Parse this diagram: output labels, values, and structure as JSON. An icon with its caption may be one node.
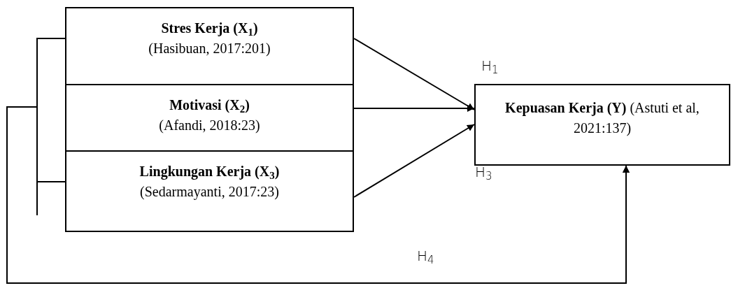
{
  "diagram": {
    "nodes": [
      {
        "text": [
          "Stres Kerja (X$_{1}$)",
          "(Hasibuan, 2017:201)"
        ]
      },
      {
        "text": [
          "Motivasi (X$_{2}$)",
          "(Afandi, 2018:23)"
        ]
      },
      {
        "text": [
          "Lingkungan Kerja (X$_{3}$)",
          "(Sedarmayanti, 2017:23)"
        ]
      },
      {
        "text": [
          "**Kepuasan Kerja (Y)** (Astuti et al, 2021:137)"
        ]
      }
    ],
    "edges": [
      {
        "from": 0,
        "to": 3,
        "arrow": "to"
      },
      {
        "from": 1,
        "to": 3,
        "arrow": "to"
      },
      {
        "from": 2,
        "to": 3,
        "arrow": "to"
      },
      {
        "from": 0,
        "to": 3,
        "arrow": "to"
      },
      {
        "from": 2,
        "to": 3,
        "arrow": "to"
      }
    ],
    "labels": [
      "H$_{1}$",
      "H$_{3}$",
      "H$_{4}$"
    ]
  }
}
